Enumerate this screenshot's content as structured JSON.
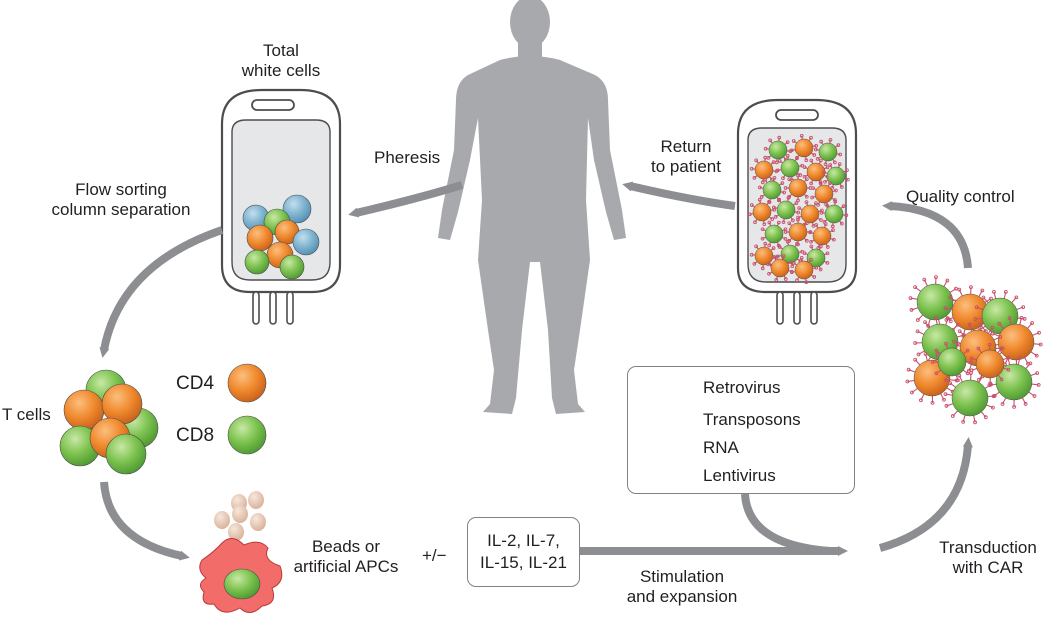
{
  "labels": {
    "total_white_cells_1": "Total",
    "total_white_cells_2": "white cells",
    "pheresis": "Pheresis",
    "flow_sorting_1": "Flow sorting",
    "flow_sorting_2": "column separation",
    "return_1": "Return",
    "return_2": "to patient",
    "quality_control": "Quality control",
    "t_cells": "T cells",
    "cd4": "CD4",
    "cd8": "CD8",
    "beads_1": "Beads or",
    "beads_2": "artificial APCs",
    "plus_minus": "+/−",
    "il_1": "IL-2, IL-7,",
    "il_2": "IL-15, IL-21",
    "stim_1": "Stimulation",
    "stim_2": "and expansion",
    "transduction_1": "Transduction",
    "transduction_2": "with CAR"
  },
  "legend": {
    "retrovirus": "Retrovirus",
    "transposons": "Transposons",
    "rna": "RNA",
    "lentivirus": "Lentivirus"
  },
  "colors": {
    "arrow": "#8c8e91",
    "bag_outline": "#4d4d4f",
    "bag_fill": "#e6e7e8",
    "human": "#a7a9ac",
    "cd4": "#f0892d",
    "cd8": "#7cc24e",
    "blue_cell": "#7fb3cf",
    "car_receptor": "#c9506a",
    "retrovirus": "#63c8e0",
    "transposons": "#2b3990",
    "rna": "#ed1c24",
    "lentivirus": "#92278f",
    "apc": "#f26d6a",
    "beads": "#e8c9b5"
  }
}
